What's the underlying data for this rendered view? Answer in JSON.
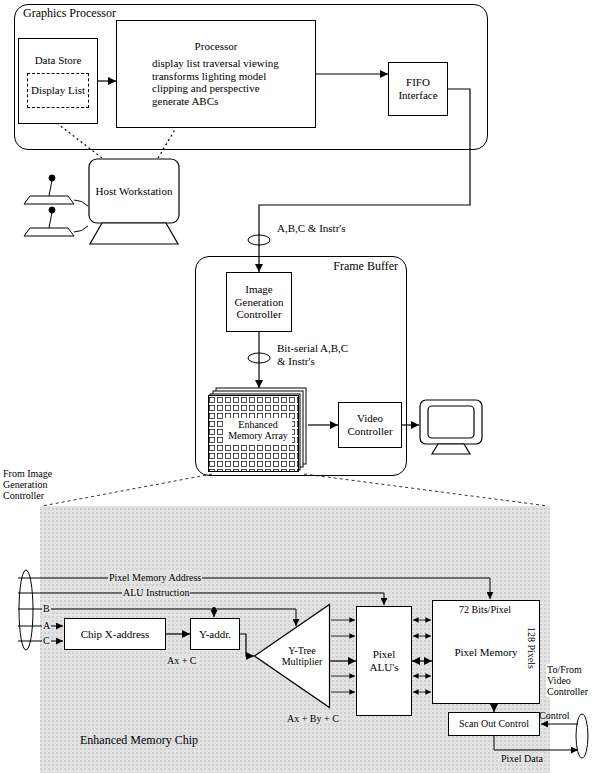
{
  "diagram": {
    "nodes": [
      {
        "text": [
          "Graphics Processor"
        ]
      },
      {
        "text": [
          "Data Store",
          "Display List"
        ],
        "in": 0
      },
      {
        "text": [
          "Processor",
          "display list traversal viewing transforms lighting model clipping and perspective generate ABCs"
        ],
        "in": 0
      },
      {
        "text": [
          "FIFO Interface"
        ],
        "in": 0
      },
      {
        "text": [
          "Host Workstation"
        ]
      },
      {
        "text": [
          "Frame Buffer"
        ]
      },
      {
        "text": [
          "Image Generation Controller"
        ],
        "in": 5
      },
      {
        "text": [
          "Enhanced Memory Array"
        ],
        "in": 5
      },
      {
        "text": [
          "Video Controller"
        ],
        "in": 5
      },
      {
        "text": [
          "Enhanced Memory Chip"
        ]
      },
      {
        "text": [
          "Chip X-address"
        ],
        "in": 9
      },
      {
        "text": [
          "Y-addr."
        ],
        "in": 9
      },
      {
        "text": [
          "Y-Tree Multiplier"
        ],
        "in": 9
      },
      {
        "text": [
          "Pixel ALU's"
        ],
        "in": 9
      },
      {
        "text": [
          "Pixel Memory"
        ],
        "in": 9
      },
      {
        "text": [
          "Scan Out Control"
        ],
        "in": 9
      }
    ],
    "edges": [
      {
        "from": 1,
        "to": 2,
        "arrow": "to"
      },
      {
        "from": 2,
        "to": 3,
        "arrow": "to"
      },
      {
        "from": 3,
        "to": 6,
        "label": "A,B,C & Instr's",
        "arrow": "to"
      },
      {
        "from": 6,
        "to": 7,
        "label": "Bit-serial A,B,C & Instr's",
        "arrow": "to"
      },
      {
        "from": 7,
        "to": 8,
        "arrow": "to"
      },
      {
        "from": 4,
        "to": 1,
        "arrow": "none"
      },
      {
        "from": 4,
        "to": 2,
        "arrow": "none"
      },
      {
        "from": 10,
        "to": 11,
        "arrow": "to"
      },
      {
        "from": 11,
        "to": 12,
        "arrow": "to"
      },
      {
        "from": 12,
        "to": 13,
        "arrow": "to"
      },
      {
        "from": 13,
        "to": 14,
        "arrow": "both"
      },
      {
        "from": 14,
        "to": 15,
        "arrow": "to"
      }
    ],
    "labels": [
      "From Image Generation Controller",
      "Pixel Memory Address",
      "ALU Instruction",
      "B",
      "A",
      "C",
      "Ax + C",
      "Ax + By + C",
      "72 Bits/Pixel",
      "128 Pixels",
      "To/From Video Controller",
      "Control",
      "Pixel Data"
    ]
  }
}
